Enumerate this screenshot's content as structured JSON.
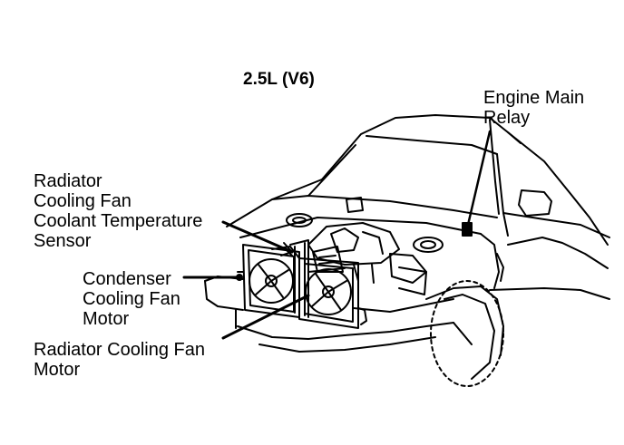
{
  "diagram": {
    "title": "2.5L (V6)",
    "labels": {
      "engine_main_relay": [
        "Engine Main",
        "Relay"
      ],
      "radiator_fan_coolant_temp_sensor": [
        "Radiator",
        "Cooling Fan",
        "Coolant Temperature",
        "Sensor"
      ],
      "condenser_fan_motor": [
        "Condenser",
        "Cooling Fan",
        "Motor"
      ],
      "radiator_fan_motor": [
        "Radiator Cooling Fan",
        "Motor"
      ]
    }
  }
}
